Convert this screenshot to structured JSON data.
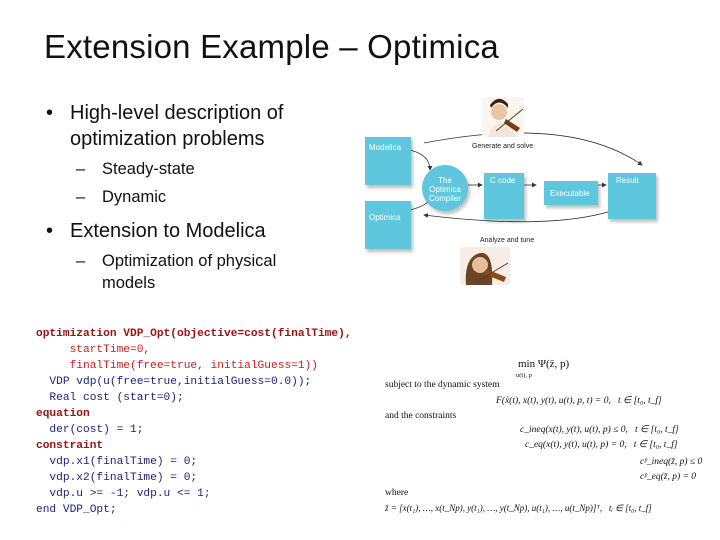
{
  "slide": {
    "title": "Extension Example – Optimica",
    "bullets": [
      {
        "text": "High-level description of optimization problems",
        "subs": [
          "Steady-state",
          "Dynamic"
        ]
      },
      {
        "text": "Extension to Modelica",
        "subs": [
          "Optimization of physical models"
        ]
      }
    ],
    "bullet_glyph": "•",
    "dash_glyph": "–"
  },
  "diagram": {
    "modelica": "Modelica",
    "optimica": "Optimica",
    "compiler": [
      "The",
      "Optimica",
      "Compiler"
    ],
    "c_code": "C code",
    "executable": "Executable",
    "result": "Result",
    "generate": "Generate and solve",
    "analyze": "Analyze and tune",
    "box_color": "#5fc7dd"
  },
  "code": {
    "lines": [
      "optimization VDP_Opt(objective=cost(finalTime),",
      "     startTime=0,",
      "     finalTime(free=true, initialGuess=1))",
      "  VDP vdp(u(free=true,initialGuess=0.0));",
      "  Real cost (start=0);",
      "equation",
      "  der(cost) = 1;",
      "constraint",
      "  vdp.x1(finalTime) = 0;",
      "  vdp.x2(finalTime) = 0;",
      "  vdp.u >= -1; vdp.u <= 1;",
      "end VDP_Opt;"
    ]
  },
  "math": {
    "objective": "min Ψ(z̄, p)",
    "objective_sub": "u(t), p",
    "subject": "subject to the dynamic system",
    "dynamics": "F(ẋ(t), x(t), y(t), u(t), p, t) = 0,   t ∈ [t₀, t_f]",
    "and_constraints": "and the constraints",
    "c_ineq": "c_ineq(x(t), y(t), u(t), p) ≤ 0,   t ∈ [t₀, t_f]",
    "c_eq": "c_eq(x(t), y(t), u(t), p) = 0,   t ∈ [t₀, t_f]",
    "cp_ineq": "cᵖ_ineq(z̄, p) ≤ 0",
    "cp_eq": "cᵖ_eq(z̄, p) = 0",
    "where": "where",
    "zdef": "z̄ = [x(t₁), …, x(t_Np), y(t₁), …, y(t_Np), u(t₁), …, u(t_Np)]ᵀ,   tᵢ ∈ [t₀, t_f]"
  }
}
